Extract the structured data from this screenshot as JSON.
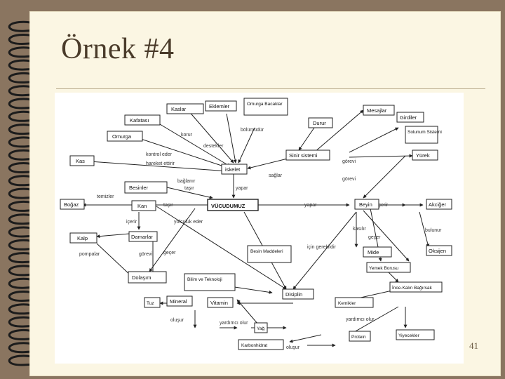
{
  "slide": {
    "title": "Örnek #4",
    "page_number": "41"
  },
  "diagram": {
    "central": "VÜCUDUMUZ",
    "nodes": {
      "kaslar": "Kaslar",
      "eklemler": "Eklemler",
      "omurga_bacaklar": "Omurga Bacaklar",
      "kafatasi": "Kafatası",
      "omurga": "Omurga",
      "kas": "Kas",
      "iskelet": "iskelet",
      "durur": "Durur",
      "mesajlar": "Mesajlar",
      "girdiler": "Girdiler",
      "solunum": "Solunum Sistemi",
      "sinir_sistemi": "Sinir sistemi",
      "yurek": "Yürek",
      "besinler": "Besinler",
      "bogaz": "Boğaz",
      "kan": "Kan",
      "damarlar": "Damarlar",
      "kalp": "Kalp",
      "dolasim": "Dolaşım",
      "beyin": "Beyin",
      "akciger": "Akciğer",
      "oksijen": "Oksijen",
      "mide": "Mide",
      "yemek_borusu": "Yemek Borusu",
      "ince_kalin": "İnce-Kalın Bağırsak",
      "disiplin": "Disiplin",
      "besin_maddeleri": "Besin Maddeleri",
      "teknoloji": "Bilim ve Teknoloji",
      "mineral": "Mineral",
      "vitamin": "Vitamin",
      "yag": "Yağ",
      "protein": "Protein",
      "karbonhidrat": "Karbonhidrat",
      "yiyecekler": "Yiyecekler",
      "kemikler": "Kemikler",
      "tuz": "Tuz"
    },
    "links": {
      "kontrol": "kontrol eder",
      "hareket": "hareket ettirir",
      "baglar": "bağlanır",
      "destekler": "destekler",
      "korur": "korur",
      "bolumudur": "bölümüdür",
      "yapar": "yapar",
      "tasir": "taşır",
      "icerir": "içerir",
      "gorevi": "görevi",
      "pompalar": "pompalar",
      "kasilir": "kasılır",
      "temizler": "temizler",
      "yolculuk": "yolculuk eder",
      "gecer": "geçer",
      "bulunur": "bulunur",
      "gereklidir": "için gereklidir",
      "saglar": "sağlar",
      "olusur": "oluşur",
      "yardim": "yardımcı olur"
    }
  }
}
